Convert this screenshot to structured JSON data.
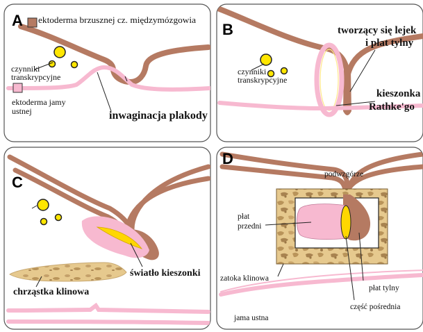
{
  "colors": {
    "ectoderm_brown": "#b57a62",
    "oral_pink": "#f7b9d0",
    "factor_yellow": "#ffe600",
    "lumen_yellow": "#ffd700",
    "cartilage_tan": "#e6c98e",
    "cartilage_spots": "#b9945a",
    "panel_border": "#555555"
  },
  "icons": {
    "factor": "yellow-circle",
    "brown_legend": "brown-square",
    "pink_legend": "pink-square"
  },
  "panels": {
    "A": {
      "letter": "A",
      "labels": {
        "ectoderm_top": "ektoderma brzusznej cz. międzymózgowia",
        "factors_line1": "czynniki",
        "factors_line2": "transkrypcyjne",
        "oral_line1": "ektoderma jamy",
        "oral_line2": "ustnej",
        "invagination": "inwaginacja plakody"
      }
    },
    "B": {
      "letter": "B",
      "labels": {
        "funnel_line1": "tworzący się lejek",
        "funnel_line2": "i płat tylny",
        "factors_line1": "czynniki",
        "factors_line2": "transkrypcyjne",
        "pouch_line1": "kieszonka",
        "pouch_line2": "Rathke'go"
      }
    },
    "C": {
      "letter": "C",
      "labels": {
        "lumen": "światło kieszonki",
        "cartilage": "chrząstka klinowa"
      }
    },
    "D": {
      "letter": "D",
      "labels": {
        "hypothalamus": "podwzgórze",
        "anterior_line1": "płat",
        "anterior_line2": "przedni",
        "sinus": "zatoka klinowa",
        "posterior": "płat tylny",
        "intermediate": "część pośrednia",
        "oral": "jama ustna"
      }
    }
  }
}
